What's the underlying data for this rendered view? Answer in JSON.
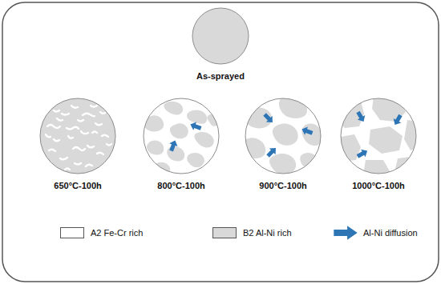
{
  "diagram": {
    "nodes": [
      {
        "text": [
          "As-sprayed"
        ]
      },
      {
        "text": [
          "650°C-100h"
        ]
      },
      {
        "text": [
          "800°C-100h"
        ]
      },
      {
        "text": [
          "900°C-100h"
        ]
      },
      {
        "text": [
          "1000°C-100h"
        ]
      }
    ],
    "legend": [
      {
        "text": "A2 Fe-Cr rich",
        "color": "#ffffff"
      },
      {
        "text": "B2 Al-Ni rich",
        "color": "#d9d9d9"
      },
      {
        "text": "Al-Ni diffusion"
      }
    ]
  }
}
